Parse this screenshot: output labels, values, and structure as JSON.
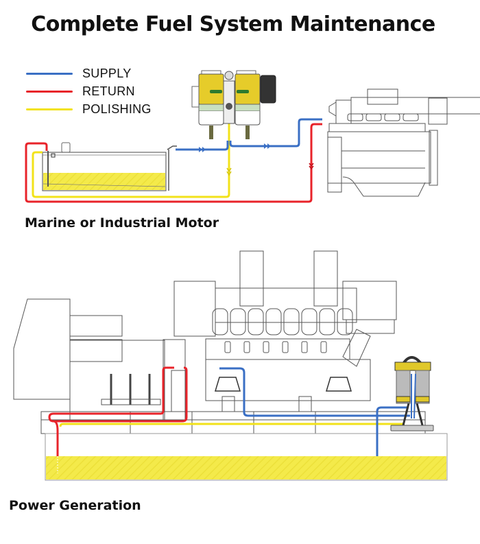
{
  "title": "Complete Fuel System Maintenance",
  "legend": [
    {
      "label": "SUPPLY",
      "color": "#3a6fc4"
    },
    {
      "label": "RETURN",
      "color": "#e8232a"
    },
    {
      "label": "POLISHING",
      "color": "#f2e21a"
    }
  ],
  "sections": {
    "marine": {
      "label": "Marine or Industrial Motor"
    },
    "power": {
      "label": "Power Generation"
    }
  },
  "colors": {
    "supply": "#3a6fc4",
    "return": "#e8232a",
    "polishing": "#f2e21a",
    "fuel_fill": "#f4ea4a",
    "filter_yellow": "#e0c92a",
    "outline": "#555555"
  }
}
